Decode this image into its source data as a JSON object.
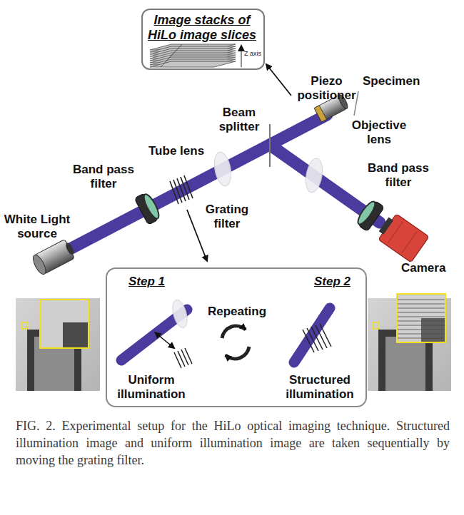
{
  "diagram": {
    "caption": "FIG. 2. Experimental setup for the HiLo optical imaging technique. Structured illumination image and uniform illumination image are taken sequentially by moving the grating filter.",
    "nodes": [
      {
        "text": [
          "Image stacks of HiLo image slices",
          "Z axis"
        ]
      },
      {
        "text": [
          "Step 1",
          "Step 2",
          "Repeating",
          "Uniform illumination",
          "Structured illumination"
        ]
      }
    ],
    "labels": [
      "Piezo positioner",
      "Specimen",
      "Beam splitter",
      "Objective lens",
      "Tube lens",
      "Band pass filter",
      "Grating filter",
      "White Light source",
      "Band pass filter",
      "Camera"
    ]
  }
}
